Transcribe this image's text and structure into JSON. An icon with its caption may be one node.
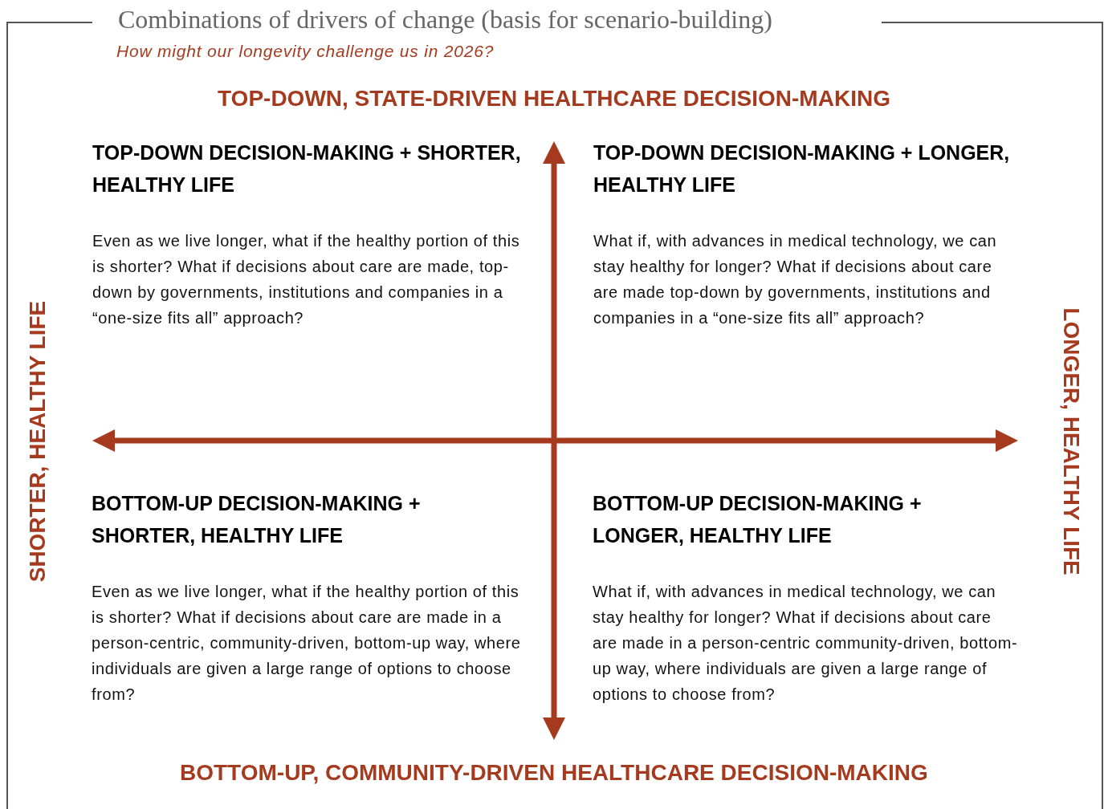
{
  "diagram": {
    "title": "Combinations of drivers of change (basis for scenario-building)",
    "caption": "How might our longevity challenge us in 2026?",
    "nodes": [
      {
        "text": [
          "TOP-DOWN DECISION-MAKING + SHORTER, HEALTHY LIFE",
          "Even as we live longer, what if the healthy portion of this is shorter? What if decisions about care are made, top-down by governments, institutions and companies in a “one-size fits all” approach?"
        ]
      },
      {
        "text": [
          "TOP-DOWN DECISION-MAKING + LONGER, HEALTHY LIFE",
          "What if, with advances in medical technology, we can stay healthy for longer? What if decisions about care are made top-down by governments, institutions and companies in a “one-size fits all” approach?"
        ]
      },
      {
        "text": [
          "BOTTOM-UP DECISION-MAKING + SHORTER, HEALTHY LIFE",
          "Even as we live longer, what if the healthy portion of this is shorter? What if decisions about care are made in a person-centric, community-driven, bottom-up way, where individuals are given a large range of options to choose from?"
        ]
      },
      {
        "text": [
          "BOTTOM-UP DECISION-MAKING + LONGER, HEALTHY LIFE",
          "What if, with advances in medical technology, we can stay healthy for longer? What if decisions about care are made in a person-centric community-driven, bottom-up way, where individuals are given a large range of options to choose from?"
        ]
      }
    ],
    "edges": [],
    "labels": [
      "TOP-DOWN, STATE-DRIVEN HEALTHCARE DECISION-MAKING",
      "BOTTOM-UP, COMMUNITY-DRIVEN HEALTHCARE DECISION-MAKING",
      "SHORTER, HEALTHY LIFE",
      "LONGER, HEALTHY LIFE"
    ]
  }
}
